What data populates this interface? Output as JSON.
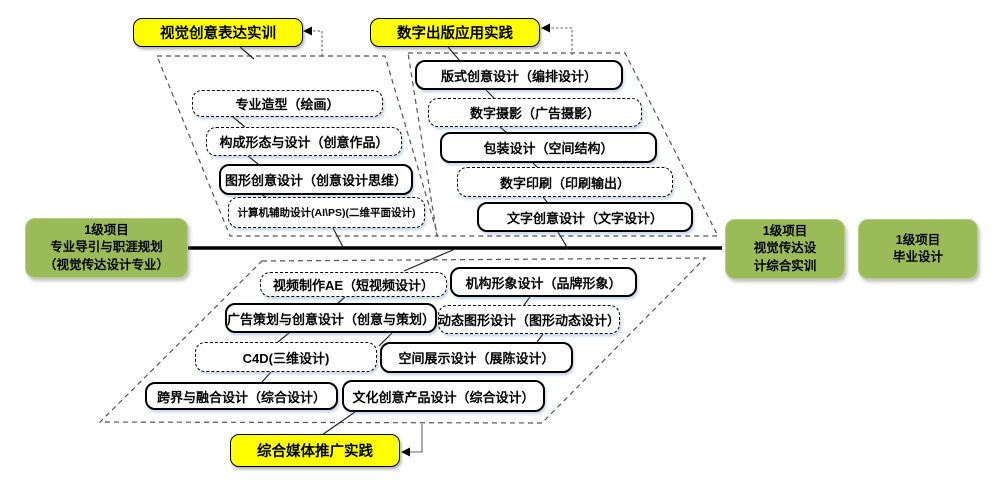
{
  "colors": {
    "practice_fill": "#ffff00",
    "project_fill": "#9bbb59",
    "course_border": "#000000",
    "group_outline": "#555555",
    "main_line": "#000000"
  },
  "practice_modules": {
    "visual_creative": "视觉创意表达实训",
    "digital_publishing": "数字出版应用实践",
    "integrated_media": "综合媒体推广实践"
  },
  "project_milestones": {
    "intro": {
      "line1": "1级项目",
      "line2": "专业导引与职涯规划",
      "line3": "（视觉传达设计专业）"
    },
    "comprehensive": {
      "line1": "1级项目",
      "line2": "视觉传达设",
      "line3": "计综合实训"
    },
    "graduation": {
      "line1": "1级项目",
      "line2": "毕业设计"
    }
  },
  "course_groups": {
    "visual_creative": {
      "title": "视觉创意表达实训",
      "courses": [
        {
          "label": "专业造型（绘画）",
          "style": "dashed"
        },
        {
          "label": "构成形态与设计（创意作品）",
          "style": "dashed"
        },
        {
          "label": "图形创意设计（创意设计思维）",
          "style": "solid"
        },
        {
          "label": "计算机辅助设计(AI\\PS)(二维平面设计)",
          "style": "dashed"
        }
      ]
    },
    "digital_publishing": {
      "title": "数字出版应用实践",
      "courses": [
        {
          "label": "版式创意设计（编排设计）",
          "style": "solid"
        },
        {
          "label": "数字摄影（广告摄影）",
          "style": "dashed"
        },
        {
          "label": "包装设计（空间结构）",
          "style": "solid"
        },
        {
          "label": "数字印刷（印刷输出）",
          "style": "dashed"
        },
        {
          "label": "文字创意设计（文字设计）",
          "style": "solid"
        }
      ]
    },
    "integrated_media": {
      "title": "综合媒体推广实践",
      "courses": [
        {
          "label": "视频制作AE（短视频设计）",
          "style": "dashed"
        },
        {
          "label": "机构形象设计（品牌形象）",
          "style": "solid"
        },
        {
          "label": "广告策划与创意设计（创意与策划）",
          "style": "solid"
        },
        {
          "label": "动态图形设计（图形动态设计）",
          "style": "dashed"
        },
        {
          "label": "C4D(三维设计)",
          "style": "dashed"
        },
        {
          "label": "空间展示设计（展陈设计）",
          "style": "solid"
        },
        {
          "label": "跨界与融合设计（综合设计）",
          "style": "solid"
        },
        {
          "label": "文化创意产品设计（综合设计）",
          "style": "solid"
        }
      ]
    }
  }
}
